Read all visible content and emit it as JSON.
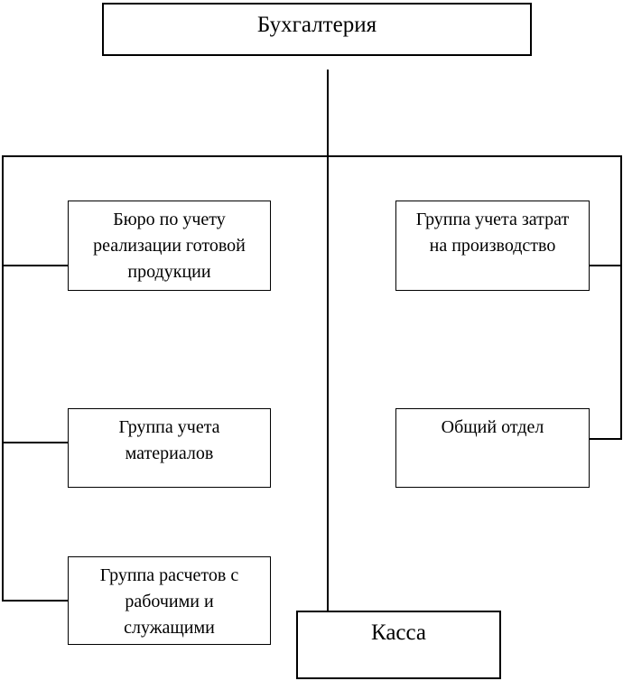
{
  "diagram": {
    "type": "org-chart",
    "background_color": "#ffffff",
    "line_color": "#000000",
    "box_border_color": "#000000",
    "text_color": "#000000",
    "root": {
      "label": "Бухгалтерия"
    },
    "nodes": {
      "byuro": {
        "label": [
          "Бюро по учету",
          "реализации готовой",
          "продукции"
        ]
      },
      "zatrat": {
        "label": [
          "Группа учета затрат",
          "на производство"
        ]
      },
      "materialov": {
        "label": [
          "Группа учета",
          "материалов"
        ]
      },
      "obshchiy": {
        "label": "Общий отдел"
      },
      "raschetov": {
        "label": [
          "Группа расчетов с",
          "рабочими и",
          "служащими"
        ]
      },
      "kassa": {
        "label": "Касса"
      }
    }
  }
}
